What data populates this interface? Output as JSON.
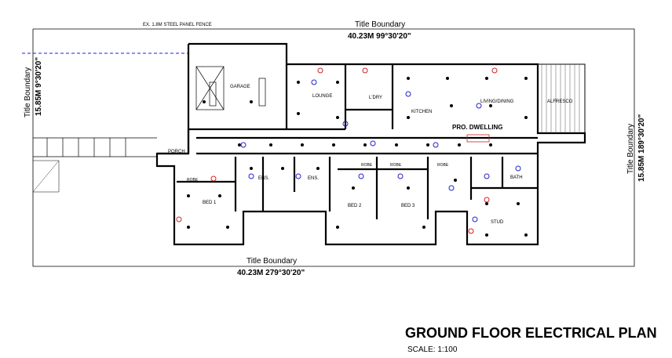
{
  "plan": {
    "fence_note": "EX. 1.8M STEEL PANEL FENCE",
    "boundaries": {
      "top_label": "Title Boundary",
      "top_value": "40.23M  99°30'20\"",
      "bottom_label": "Title Boundary",
      "bottom_value": "40.23M  279°30'20\"",
      "left_label": "Title Boundary",
      "left_value": "15.85M  9°30'20\"",
      "right_label": "Title Boundary",
      "right_value": "15.85M  189°30'20\""
    },
    "rooms": {
      "garage": "GARAGE",
      "lounge": "LOUNGE",
      "laundry": "L'DRY",
      "kitchen": "KITCHEN",
      "living": "LIVING/DINING",
      "alfresco": "ALFRESCO",
      "dwelling": "PRO. DWELLING",
      "porch": "PORCH",
      "ens1": "ENS.",
      "ens2": "ENS.",
      "bed1": "BED 1",
      "bed2": "BED 2",
      "bed3": "BED 3",
      "bath": "BATH",
      "study": "STUD",
      "robe1": "ROBE",
      "robe2": "ROBE",
      "robe3": "ROBE",
      "robe4": "ROBE"
    },
    "heading": "GROUND FLOOR ELECTRICAL PLAN",
    "scale": "SCALE: 1:100"
  }
}
